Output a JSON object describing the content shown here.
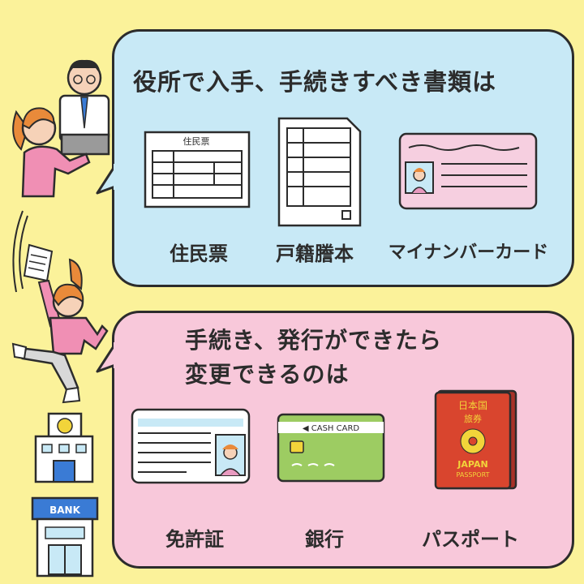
{
  "top": {
    "title": "役所で入手、手続きすべき書類は",
    "items": [
      {
        "label": "住民票",
        "doc_header": "住民票"
      },
      {
        "label": "戸籍謄本"
      },
      {
        "label": "マイナンバーカード"
      }
    ]
  },
  "bottom": {
    "title_line1": "手続き、発行ができたら",
    "title_line2": "変更できるのは",
    "items": [
      {
        "label": "免許証"
      },
      {
        "label": "銀行",
        "card_text": "◀ CASH CARD"
      },
      {
        "label": "パスポート",
        "passport_top": "日本国",
        "passport_sub": "旅券",
        "passport_en": "JAPAN",
        "passport_en2": "PASSPORT"
      }
    ]
  },
  "bank_sign": "BANK",
  "colors": {
    "background": "#fbf29a",
    "top_bubble": "#c8e9f6",
    "bottom_bubble": "#f8c8da",
    "outline": "#2c2c2c",
    "cash_card": "#9dcc62",
    "passport": "#d9452e"
  }
}
